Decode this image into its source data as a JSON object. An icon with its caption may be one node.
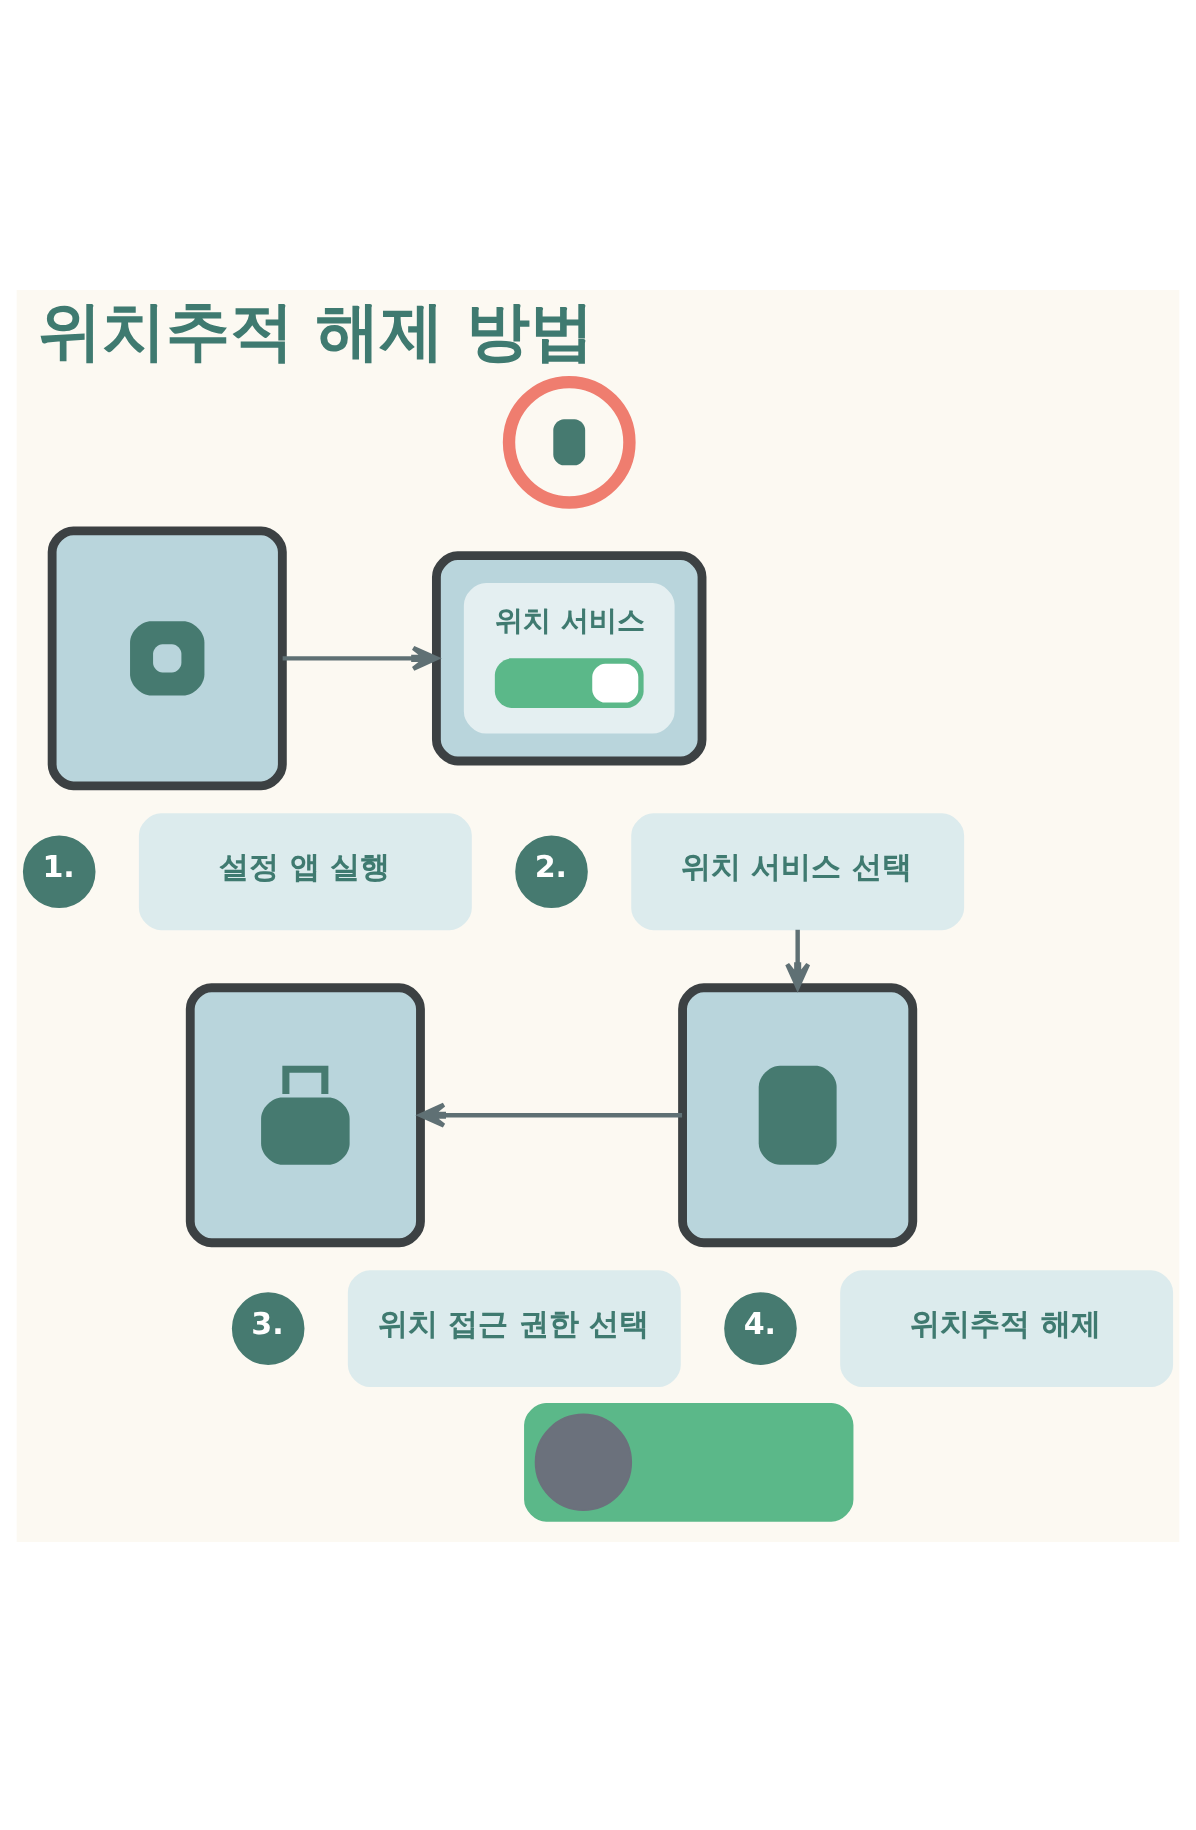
{
  "diagram": {
    "title": "위치추적 해제 방법",
    "nodes": [
      {
        "text": [],
        "shape": "picture"
      },
      {
        "text": [],
        "shape": "picture"
      },
      {
        "text": [
          "1."
        ]
      },
      {
        "text": [
          "설정 앱 실행"
        ]
      },
      {
        "text": [],
        "shape": "picture"
      },
      {
        "text": [
          "위치 서비스"
        ],
        "in": 4
      },
      {
        "text": [
          "2."
        ]
      },
      {
        "text": [
          "위치 서비스 선택"
        ]
      },
      {
        "text": [],
        "shape": "picture"
      },
      {
        "text": [
          "3."
        ]
      },
      {
        "text": [
          "위치 접근 권한 선택"
        ]
      },
      {
        "text": [],
        "shape": "picture"
      },
      {
        "text": [
          "4."
        ]
      },
      {
        "text": [
          "위치추적 해제"
        ]
      },
      {
        "text": [],
        "shape": "bar"
      },
      {
        "text": [],
        "shape": "circle",
        "in": 14
      }
    ],
    "edges": [
      {
        "from": 1,
        "to": 4,
        "arrow": "to"
      },
      {
        "from": 7,
        "to": 11,
        "arrow": "to"
      },
      {
        "from": 11,
        "to": 8,
        "arrow": "to"
      }
    ]
  }
}
